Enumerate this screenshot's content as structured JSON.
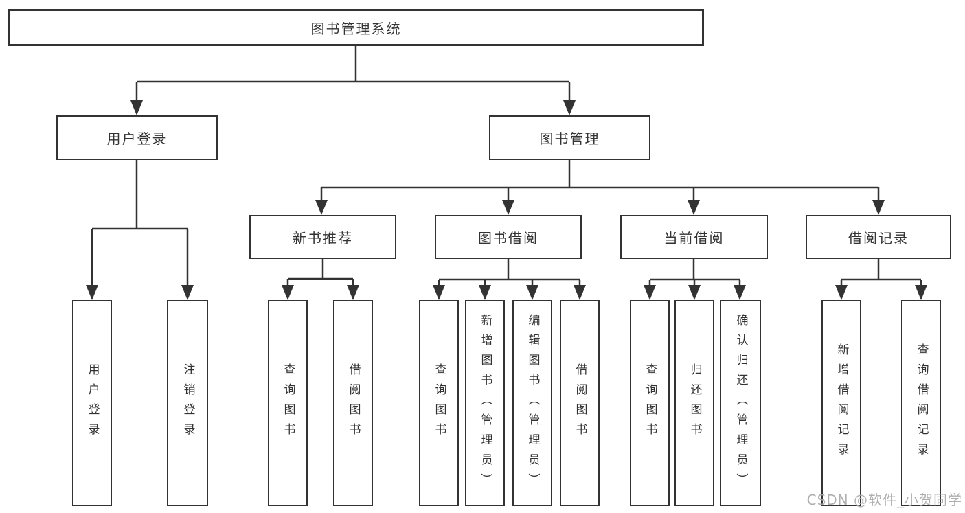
{
  "diagram": {
    "root": "图书管理系统",
    "level2": {
      "user_login": "用户登录",
      "book_mgmt": "图书管理"
    },
    "level3": {
      "new_books": "新书推荐",
      "book_borrow": "图书借阅",
      "current_borrow": "当前借阅",
      "borrow_records": "借阅记录"
    },
    "leaves": {
      "user_login": [
        "用户登录",
        "注销登录"
      ],
      "new_books": [
        "查询图书",
        "借阅图书"
      ],
      "book_borrow": [
        "查询图书",
        "新增图书（管理员）",
        "编辑图书（管理员）",
        "借阅图书"
      ],
      "current_borrow": [
        "查询图书",
        "归还图书",
        "确认归还（管理员）"
      ],
      "borrow_records": [
        "新增借阅记录",
        "查询借阅记录"
      ]
    }
  },
  "watermark": {
    "text": "CSDN @软件_小贺同学"
  },
  "colors": {
    "line": "#333333",
    "box_border": "#333333",
    "text": "#333333",
    "watermark": "#a8a8a8",
    "background": "#ffffff"
  }
}
